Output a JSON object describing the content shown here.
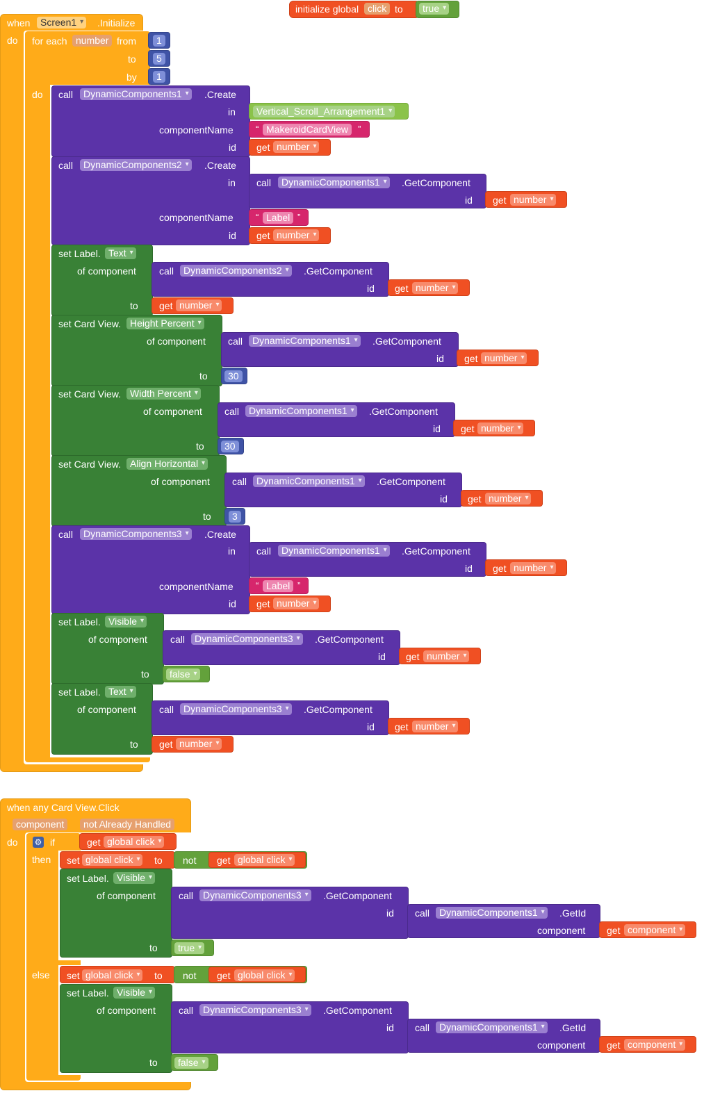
{
  "global_init": {
    "initialize": "initialize global",
    "name": "click",
    "to": "to",
    "value": "true"
  },
  "init_event": {
    "when": "when",
    "component": "Screen1",
    "event": ".Initialize",
    "do": "do"
  },
  "for_each": {
    "label": "for each",
    "var": "number",
    "from": "from",
    "from_val": "1",
    "to": "to",
    "to_val": "5",
    "by": "by",
    "by_val": "1",
    "do": "do"
  },
  "common": {
    "call": "call",
    "create": ".Create",
    "get_component": ".GetComponent",
    "get_id": ".GetId",
    "in": "in",
    "component_name": "componentName",
    "id": "id",
    "get": "get",
    "number": "number",
    "of_component": "of component",
    "to": "to",
    "component": "component",
    "quote_open": "“",
    "quote_close": "”"
  },
  "blocks": {
    "dc1": "DynamicComponents1",
    "dc2": "DynamicComponents2",
    "dc3": "DynamicComponents3",
    "vsa": "Vertical_Scroll_Arrangement1",
    "makeroid": "MakeroidCardView",
    "label_str": "Label",
    "set_label": "set Label.",
    "set_card": "set Card View.",
    "prop_text": "Text",
    "prop_height": "Height Percent",
    "prop_width": "Width Percent",
    "prop_align": "Align Horizontal",
    "prop_visible": "Visible",
    "val_30a": "30",
    "val_30b": "30",
    "val_3": "3",
    "val_false": "false",
    "val_true": "true"
  },
  "click_event": {
    "title": "when any Card View.Click",
    "param1": "component",
    "param2": "not Already Handled",
    "do": "do",
    "if": "if",
    "then": "then",
    "else": "else",
    "get_global": "global click",
    "set": "set",
    "not": "not",
    "gear": "⚙"
  }
}
